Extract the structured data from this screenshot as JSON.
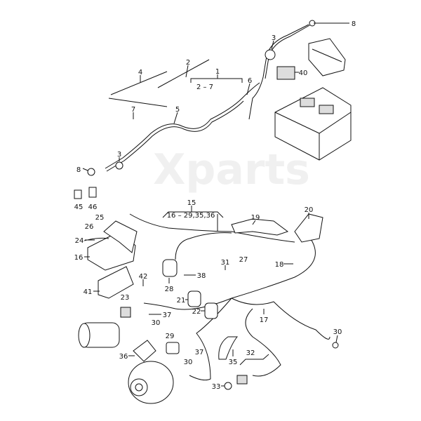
{
  "watermark": "Xparts",
  "labels": [
    "8",
    "3",
    "40",
    "2",
    "4",
    "1",
    "2 – 7",
    "6",
    "7",
    "5",
    "3",
    "8",
    "45",
    "46",
    "15",
    "16 – 29,35,36",
    "19",
    "20",
    "25",
    "26",
    "24",
    "16",
    "42",
    "41",
    "31",
    "27",
    "18",
    "38",
    "28",
    "21",
    "22",
    "23",
    "37",
    "30",
    "17",
    "29",
    "37",
    "30",
    "35",
    "32",
    "36",
    "33",
    "30"
  ]
}
